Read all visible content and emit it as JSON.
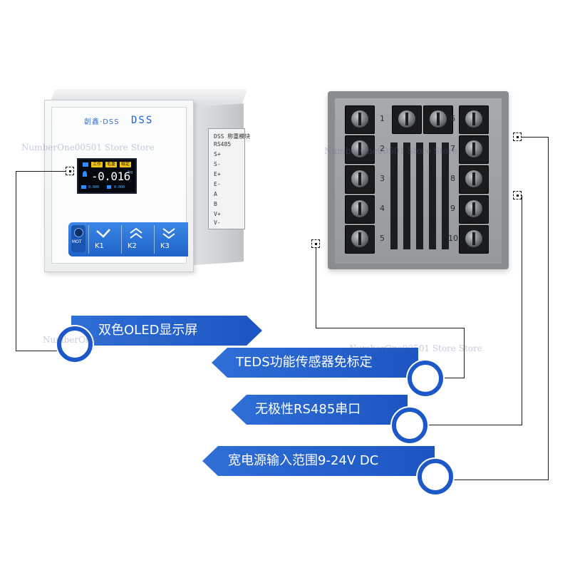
{
  "device_front": {
    "brand_logo": "創鑫·DSS",
    "brand_model": "DSS",
    "oled": {
      "tags": [
        "工作",
        "毛重",
        "稳定"
      ],
      "value": "-0.016",
      "unit": "kg",
      "small_left": "0.000",
      "small_right": "0.000"
    },
    "keys": {
      "mot_label": "MOT",
      "k1": "K1",
      "k2": "K2",
      "k3": "K3"
    },
    "side_label": {
      "title": "DSS 称重模块",
      "subtitle": "RS485",
      "lines": [
        "S+",
        "S-",
        "E+",
        "E-",
        "A",
        "B",
        "V+",
        "V-"
      ]
    }
  },
  "device_back": {
    "terminal_numbers_left": [
      "1",
      "2",
      "3",
      "4",
      "5"
    ],
    "terminal_numbers_right": [
      "6",
      "7",
      "8",
      "9",
      "10"
    ]
  },
  "features": [
    {
      "text": "双色OLED显示屏"
    },
    {
      "text": "TEDS功能传感器免标定"
    },
    {
      "text": "无极性RS485串口"
    },
    {
      "text": "宽电源输入范围9-24V DC"
    }
  ],
  "watermark": "NumberOne00501 Store Store",
  "colors": {
    "banner": "#1f5ec8",
    "keypad": "#2a74d8",
    "oled_bg": "#05080c",
    "oled_tag": "#f2c417"
  }
}
